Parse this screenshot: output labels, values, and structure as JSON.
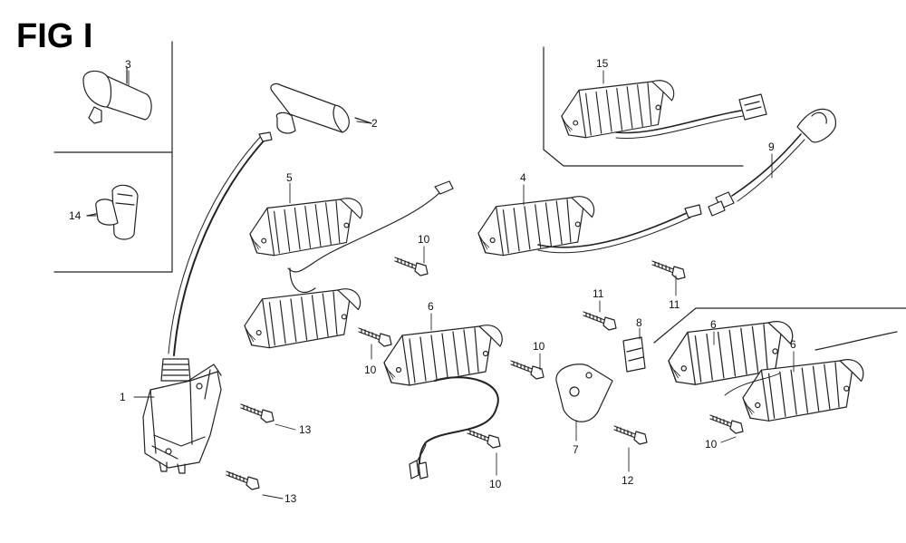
{
  "title": "FIG I",
  "callouts": {
    "c1": "1",
    "c2": "2",
    "c3": "3",
    "c4": "4",
    "c5": "5",
    "c6a": "6",
    "c6b": "6",
    "c6c": "6",
    "c7": "7",
    "c8": "8",
    "c9": "9",
    "c10a": "10",
    "c10b": "10",
    "c10c": "10",
    "c10d": "10",
    "c10e": "10",
    "c11a": "11",
    "c11b": "11",
    "c12": "12",
    "c13a": "13",
    "c13b": "13",
    "c14": "14",
    "c15": "15"
  }
}
